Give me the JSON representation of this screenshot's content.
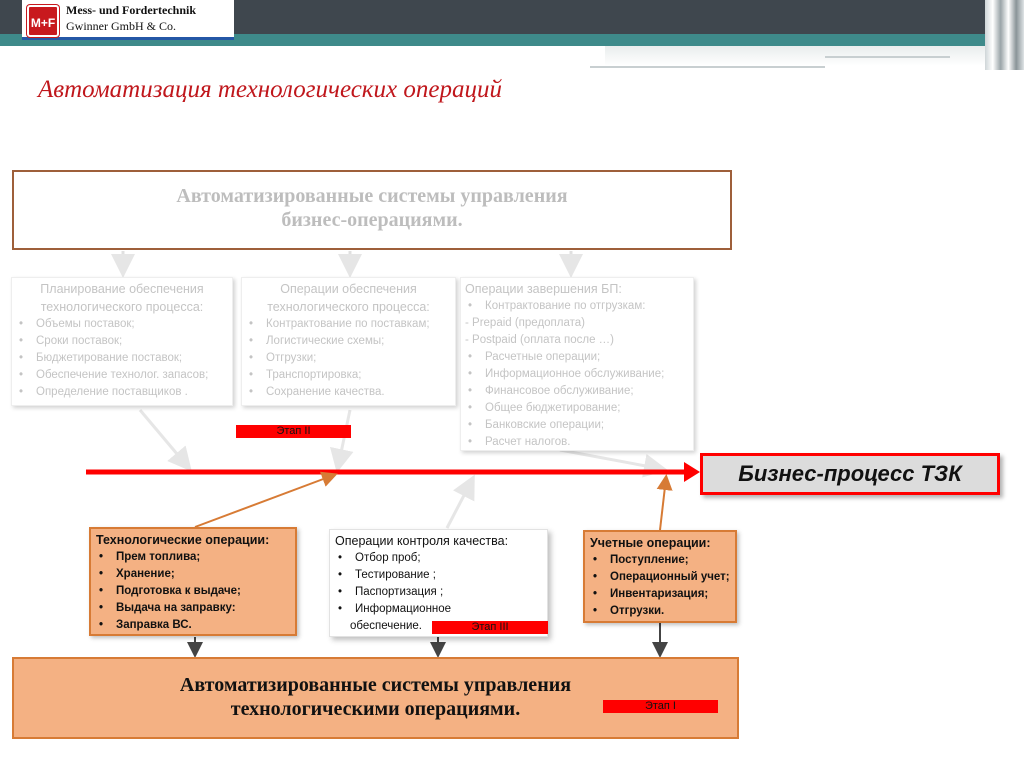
{
  "header": {
    "logo_mark": "M+F",
    "company_line1": "Mess- und Fordertechnik",
    "company_line2": "Gwinner GmbH & Co."
  },
  "title": "Автоматизация технологических операций",
  "top_box": {
    "line1": "Автоматизированные системы управления",
    "line2": "бизнес-операциями."
  },
  "planning": {
    "title1": "Планирование обеспечения",
    "title2": "технологического процесса:",
    "items": [
      "Объемы поставок;",
      "Сроки поставок;",
      "Бюджетирование поставок;",
      "Обеспечение технолог. запасов;",
      "Определение поставщиков ."
    ]
  },
  "supply_ops": {
    "title1": "Операции обеспечения",
    "title2": "технологического процесса:",
    "items": [
      "Контрактование по поставкам;",
      "Логистические схемы;",
      "Отгрузки;",
      "Транспортировка;",
      "Сохранение качества."
    ]
  },
  "completion_ops": {
    "title": "Операции завершения БП:",
    "item0": "Контрактование по отгрузкам:",
    "plain1": "- Prepaid (предоплата)",
    "plain2": "- Postpaid (оплата после …)",
    "items": [
      "Расчетные операции;",
      "Информационное обслуживание;",
      "Финансовое обслуживание;",
      "Общее бюджетирование;",
      "Банковские операции;",
      "Расчет налогов."
    ]
  },
  "stage2": "Этап II",
  "stage3": "Этап III",
  "stage1": "Этап I",
  "result": "Бизнес-процесс ТЗК",
  "tech_ops": {
    "title": "Технологические операции:",
    "items": [
      "Прем топлива;",
      "Хранение;",
      "Подготовка к выдаче;",
      "Выдача на заправку:",
      "Заправка ВС."
    ]
  },
  "quality_ops": {
    "title": "Операции контроля качества:",
    "items": [
      "Отбор проб;",
      "Тестирование ;",
      "Паспортизация ;",
      "Информационное"
    ],
    "cont": "обеспечение."
  },
  "account_ops": {
    "title": "Учетные операции:",
    "items": [
      "Поступление;",
      "Операционный учет;",
      "Инвентаризация;",
      "Отгрузки."
    ]
  },
  "bottom_box": {
    "line1": "Автоматизированные системы управления",
    "line2": "технологическими операциями."
  },
  "colors": {
    "title_red": "#c0171c",
    "flow_red": "#ff0000",
    "orange_fill": "#f4b183",
    "orange_border": "#d77b35",
    "teal": "#3e8a8a",
    "dark_bar": "#3f474e",
    "faded_text": "#c4c4c4"
  }
}
